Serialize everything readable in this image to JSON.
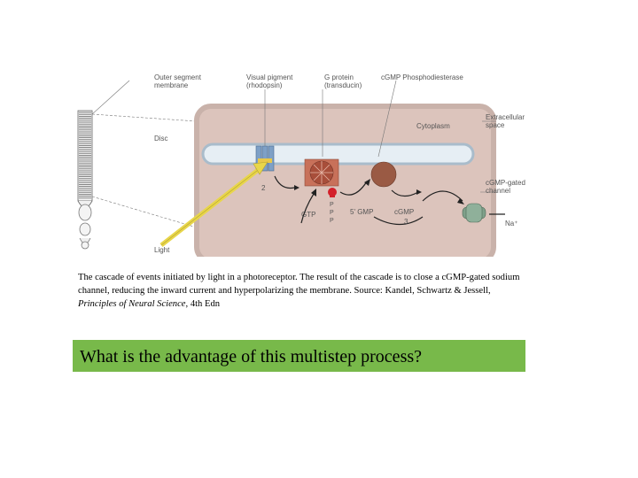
{
  "figure": {
    "labels": {
      "outer_segment": [
        "Outer segment",
        "membrane"
      ],
      "visual_pigment": [
        "Visual pigment",
        "(rhodopsin)"
      ],
      "g_protein": [
        "G protein",
        "(transducin)"
      ],
      "pde": "cGMP Phosphodiesterase",
      "disc": "Disc",
      "cytoplasm": "Cytoplasm",
      "extracellular": [
        "Extracellular",
        "space"
      ],
      "channel": [
        "cGMP-gated",
        "channel"
      ],
      "gtp": "GTP",
      "p_letters": [
        "P",
        "P",
        "P"
      ],
      "step_2": "2",
      "five_gmp": "5' GMP",
      "cgmp": "cGMP",
      "step_3": "3",
      "na": "Na⁺",
      "light": "Light"
    },
    "colors": {
      "cell_fill": "#dcc4bc",
      "cell_border": "#c9b2aa",
      "disc_fill": "#e6eef4",
      "disc_border": "#a9bccb",
      "rhodopsin": "#7ea0c6",
      "pde_box": "#c8715a",
      "pde_disc": "#a84e3a",
      "cgmp_ball": "#9a5a44",
      "g_protein": "#d3202a",
      "channel": "#7fa08a",
      "light_beam": "#e8d64a"
    }
  },
  "caption": {
    "part1": "The cascade of events initiated by light in a photoreceptor. The result of the cascade is to close a cGMP-gated sodium channel, reducing the inward current and hyperpolarizing the membrane. Source: Kandel, Schwartz & Jessell, ",
    "book": "Principles of Neural Science",
    "part2": ", 4th Edn"
  },
  "question": "What is the advantage of  this multistep process?"
}
